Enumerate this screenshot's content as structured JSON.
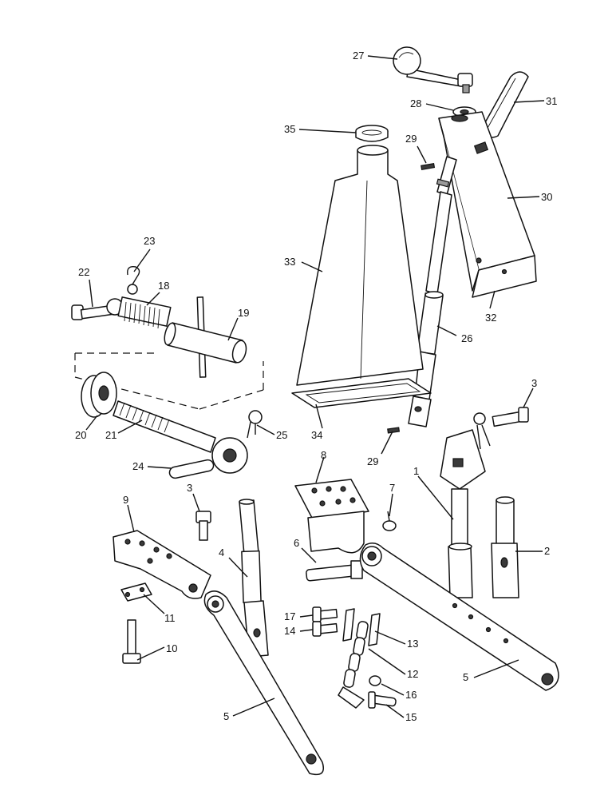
{
  "diagram": {
    "callouts": [
      {
        "id": "c1",
        "text": "1"
      },
      {
        "id": "c2",
        "text": "2"
      },
      {
        "id": "c3a",
        "text": "3"
      },
      {
        "id": "c3b",
        "text": "3"
      },
      {
        "id": "c4",
        "text": "4"
      },
      {
        "id": "c5a",
        "text": "5"
      },
      {
        "id": "c5b",
        "text": "5"
      },
      {
        "id": "c6",
        "text": "6"
      },
      {
        "id": "c7",
        "text": "7"
      },
      {
        "id": "c8",
        "text": "8"
      },
      {
        "id": "c9",
        "text": "9"
      },
      {
        "id": "c10",
        "text": "10"
      },
      {
        "id": "c11",
        "text": "11"
      },
      {
        "id": "c12",
        "text": "12"
      },
      {
        "id": "c13",
        "text": "13"
      },
      {
        "id": "c14",
        "text": "14"
      },
      {
        "id": "c15",
        "text": "15"
      },
      {
        "id": "c16",
        "text": "16"
      },
      {
        "id": "c17",
        "text": "17"
      },
      {
        "id": "c18",
        "text": "18"
      },
      {
        "id": "c19",
        "text": "19"
      },
      {
        "id": "c20",
        "text": "20"
      },
      {
        "id": "c21",
        "text": "21"
      },
      {
        "id": "c22",
        "text": "22"
      },
      {
        "id": "c23",
        "text": "23"
      },
      {
        "id": "c24",
        "text": "24"
      },
      {
        "id": "c25",
        "text": "25"
      },
      {
        "id": "c26",
        "text": "26"
      },
      {
        "id": "c27",
        "text": "27"
      },
      {
        "id": "c28",
        "text": "28"
      },
      {
        "id": "c29a",
        "text": "29"
      },
      {
        "id": "c29b",
        "text": "29"
      },
      {
        "id": "c30",
        "text": "30"
      },
      {
        "id": "c31",
        "text": "31"
      },
      {
        "id": "c32",
        "text": "32"
      },
      {
        "id": "c33",
        "text": "33"
      },
      {
        "id": "c34",
        "text": "34"
      },
      {
        "id": "c35",
        "text": "35"
      }
    ]
  }
}
